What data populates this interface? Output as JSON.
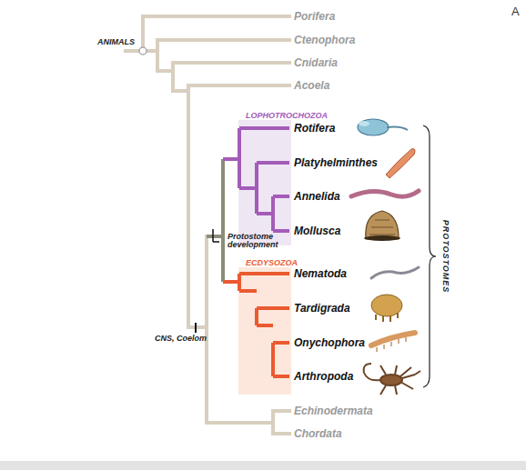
{
  "diagram": {
    "nodes": [
      {
        "text": [
          "LOPHOTROCHOZOA"
        ]
      },
      {
        "text": [
          "ECDYSOZOA"
        ]
      }
    ],
    "labels": [
      "A",
      "ANIMALS",
      "Porifera",
      "Ctenophora",
      "Cnidaria",
      "Acoela",
      "Rotifera",
      "Platyhelminthes",
      "Annelida",
      "Mollusca",
      "Protostome development",
      "Nematoda",
      "Tardigrada",
      "Onychophora",
      "Arthropoda",
      "PROTOSTOMES",
      "CNS, Coelom",
      "Echinodermata",
      "Chordata"
    ]
  }
}
